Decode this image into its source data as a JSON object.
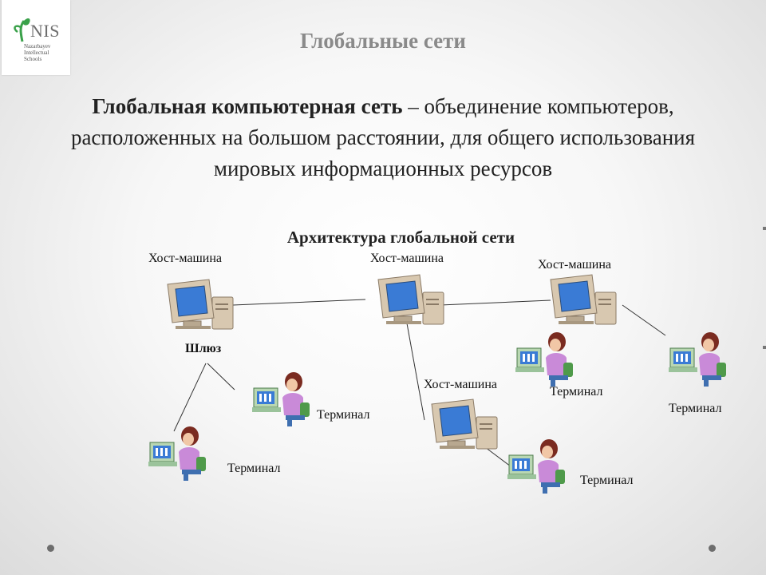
{
  "logo": {
    "brand": "NIS",
    "subtitle_lines": [
      "Nazarbayev",
      "Intellectual",
      "Schools"
    ]
  },
  "slide": {
    "title": "Глобальные сети",
    "definition_term": "Глобальная компьютерная сеть",
    "definition_rest": " – объединение компьютеров, расположенных на большом расстоянии, для общего использования мировых информационных ресурсов"
  },
  "diagram": {
    "title": "Архитектура глобальной сети",
    "hosts": [
      {
        "id": "host-1",
        "label": "Хост-машина"
      },
      {
        "id": "host-2",
        "label": "Хост-машина"
      },
      {
        "id": "host-3",
        "label": "Хост-машина"
      },
      {
        "id": "host-4",
        "label": "Хост-машина"
      }
    ],
    "gateway_label": "Шлюз",
    "terminals": [
      {
        "id": "terminal-1",
        "label": "Терминал"
      },
      {
        "id": "terminal-2",
        "label": "Терминал"
      },
      {
        "id": "terminal-3",
        "label": "Терминал"
      },
      {
        "id": "terminal-4",
        "label": "Терминал"
      },
      {
        "id": "terminal-5",
        "label": "Терминал"
      }
    ]
  },
  "colors": {
    "screen": "#3a7bd5",
    "monitor_body": "#d8c8b0",
    "shirt": "#c98ad8",
    "hair": "#7a2b20",
    "chair": "#4f9a4a"
  }
}
